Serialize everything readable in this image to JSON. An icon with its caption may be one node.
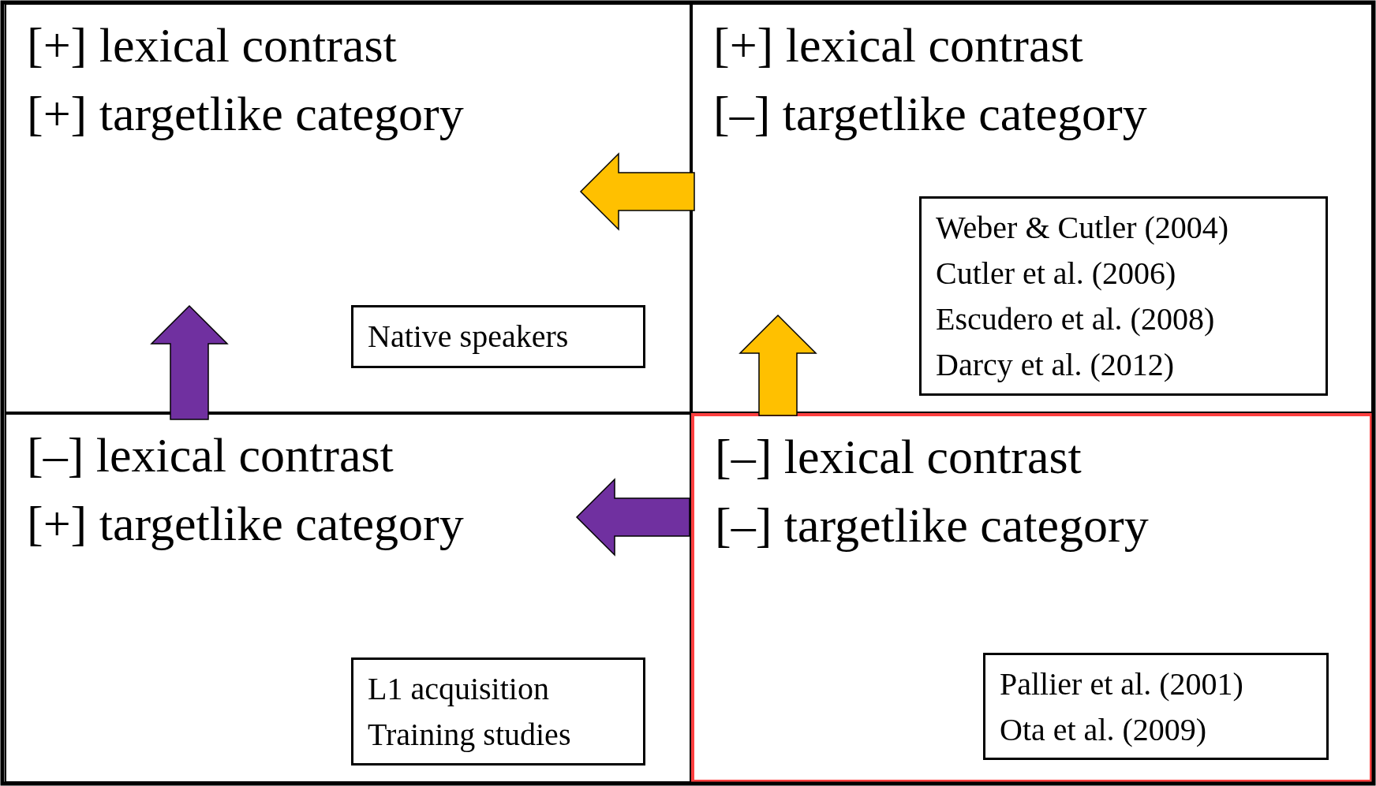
{
  "diagram": {
    "nodes": [
      {
        "text": [
          "[+] lexical contrast",
          "[+] targetlike category"
        ]
      },
      {
        "text": [
          "Native speakers"
        ],
        "in": 0
      },
      {
        "text": [
          "[+] lexical contrast",
          "[–] targetlike category"
        ]
      },
      {
        "text": [
          "Weber & Cutler (2004)",
          "Cutler et al. (2006)",
          "Escudero et al. (2008)",
          "Darcy et al. (2012)"
        ],
        "in": 2
      },
      {
        "text": [
          "[–] lexical contrast",
          "[+] targetlike category"
        ]
      },
      {
        "text": [
          "L1 acquisition",
          "Training studies"
        ],
        "in": 4
      },
      {
        "text": [
          "[–] lexical contrast",
          "[–] targetlike category"
        ]
      },
      {
        "text": [
          "Pallier et al. (2001)",
          "Ota et al. (2009)"
        ],
        "in": 6
      }
    ],
    "edges": [
      {
        "from": 2,
        "to": 0,
        "arrow": "to",
        "color": "#ffc000"
      },
      {
        "from": 6,
        "to": 2,
        "arrow": "to",
        "color": "#ffc000"
      },
      {
        "from": 6,
        "to": 4,
        "arrow": "to",
        "color": "#7030a0"
      },
      {
        "from": 4,
        "to": 0,
        "arrow": "to",
        "color": "#7030a0"
      }
    ]
  }
}
